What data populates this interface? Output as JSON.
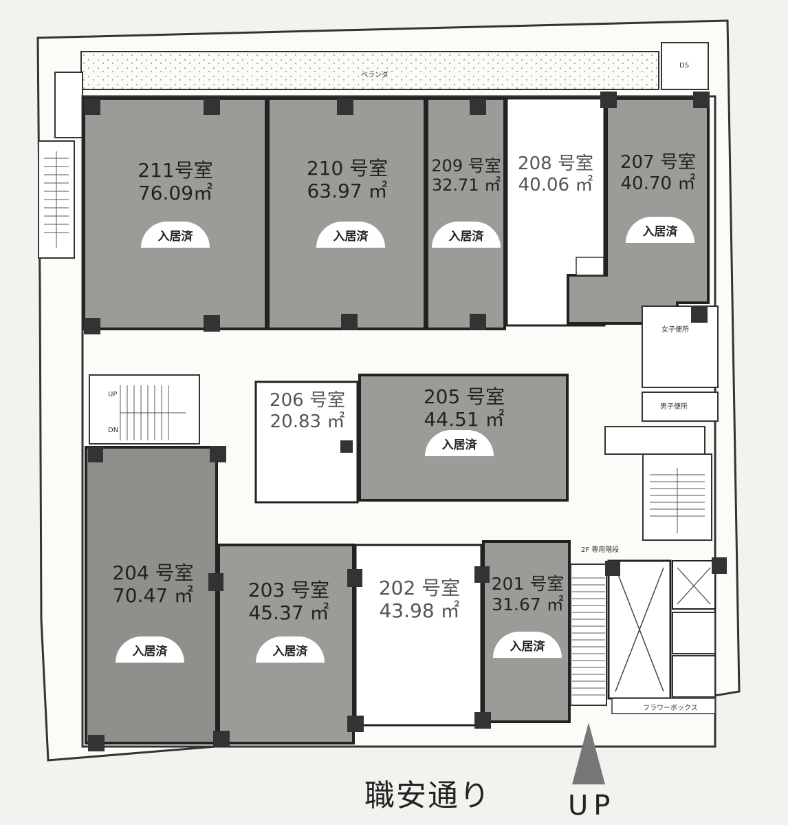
{
  "street": "職安通り",
  "up_label": "UP",
  "veranda_label": "ベランダ",
  "stair_label": "2F 専用階段",
  "flower_box_label": "フラワーボックス",
  "womens_toilet_label": "女子便所",
  "mens_toilet_label": "男子便所",
  "ds_label": "DS",
  "stair_up": "UP",
  "stair_dn": "DN",
  "rooms": [
    {
      "id": "211",
      "name": "211号室",
      "area": "76.09㎡",
      "occupied": true,
      "status": "入居済"
    },
    {
      "id": "210",
      "name": "210 号室",
      "area": "63.97 ㎡",
      "occupied": true,
      "status": "入居済"
    },
    {
      "id": "209",
      "name": "209 号室",
      "area": "32.71 ㎡",
      "occupied": true,
      "status": "入居済"
    },
    {
      "id": "208",
      "name": "208 号室",
      "area": "40.06 ㎡",
      "occupied": false,
      "status": ""
    },
    {
      "id": "207",
      "name": "207 号室",
      "area": "40.70 ㎡",
      "occupied": true,
      "status": "入居済"
    },
    {
      "id": "206",
      "name": "206 号室",
      "area": "20.83 ㎡",
      "occupied": false,
      "status": ""
    },
    {
      "id": "205",
      "name": "205 号室",
      "area": "44.51 ㎡",
      "occupied": true,
      "status": "入居済"
    },
    {
      "id": "204",
      "name": "204 号室",
      "area": "70.47 ㎡",
      "occupied": true,
      "status": "入居済"
    },
    {
      "id": "203",
      "name": "203 号室",
      "area": "45.37 ㎡",
      "occupied": true,
      "status": "入居済"
    },
    {
      "id": "202",
      "name": "202 号室",
      "area": "43.98 ㎡",
      "occupied": false,
      "status": ""
    },
    {
      "id": "201",
      "name": "201 号室",
      "area": "31.67 ㎡",
      "occupied": true,
      "status": "入居済"
    }
  ]
}
